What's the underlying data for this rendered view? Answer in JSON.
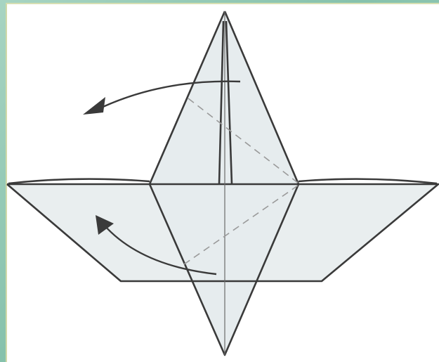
{
  "figure": {
    "subject": "origami-fold-step",
    "colors": {
      "background_frame": "#8fc7b4",
      "paper": "#e9eeef",
      "line": "#3a3a3a"
    },
    "icons": [
      "fold-arrow-upper",
      "fold-arrow-lower"
    ]
  }
}
